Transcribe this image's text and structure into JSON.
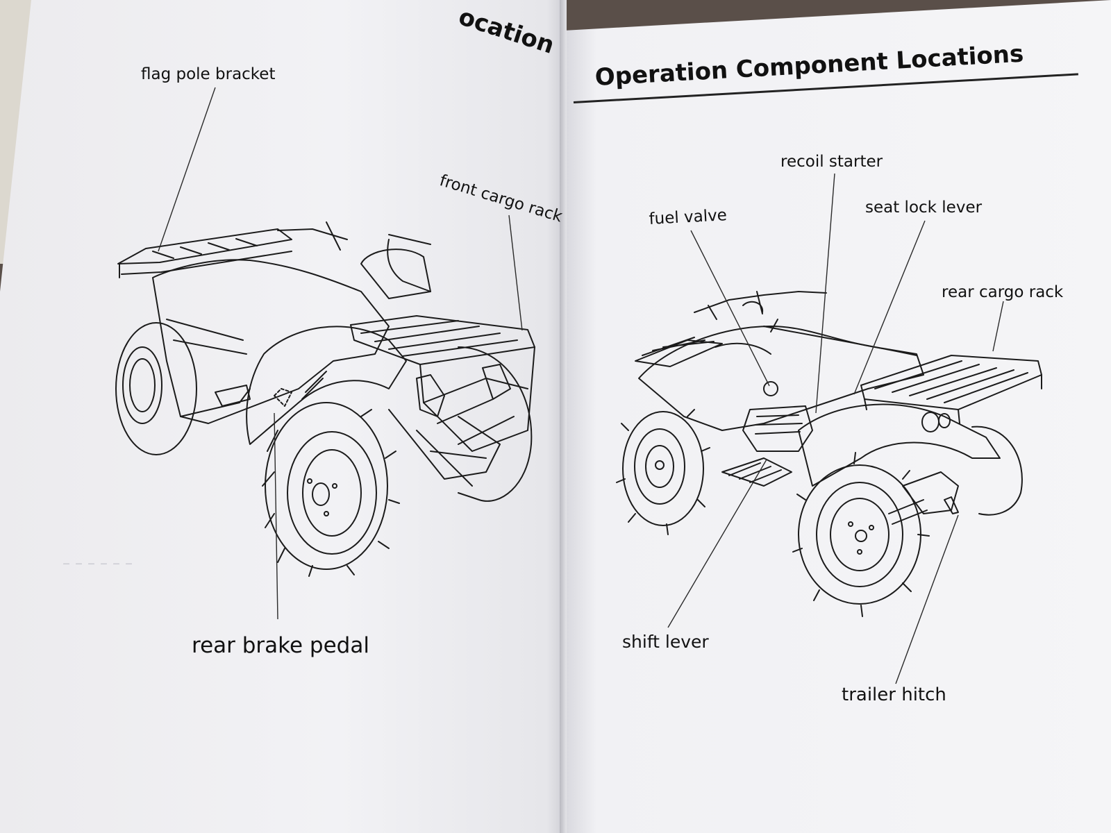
{
  "left_page": {
    "header_fragment": "ocation",
    "labels": {
      "flag_pole_bracket": "flag pole bracket",
      "front_cargo_rack": "front cargo rack",
      "rear_brake_pedal": "rear brake pedal"
    }
  },
  "right_page": {
    "title": "Operation Component Locations",
    "labels": {
      "recoil_starter": "recoil starter",
      "fuel_valve": "fuel valve",
      "seat_lock_lever": "seat lock lever",
      "rear_cargo_rack": "rear cargo rack",
      "shift_lever": "shift lever",
      "trailer_hitch": "trailer hitch"
    }
  },
  "illustrations": [
    "atv-front-view",
    "atv-rear-view"
  ]
}
